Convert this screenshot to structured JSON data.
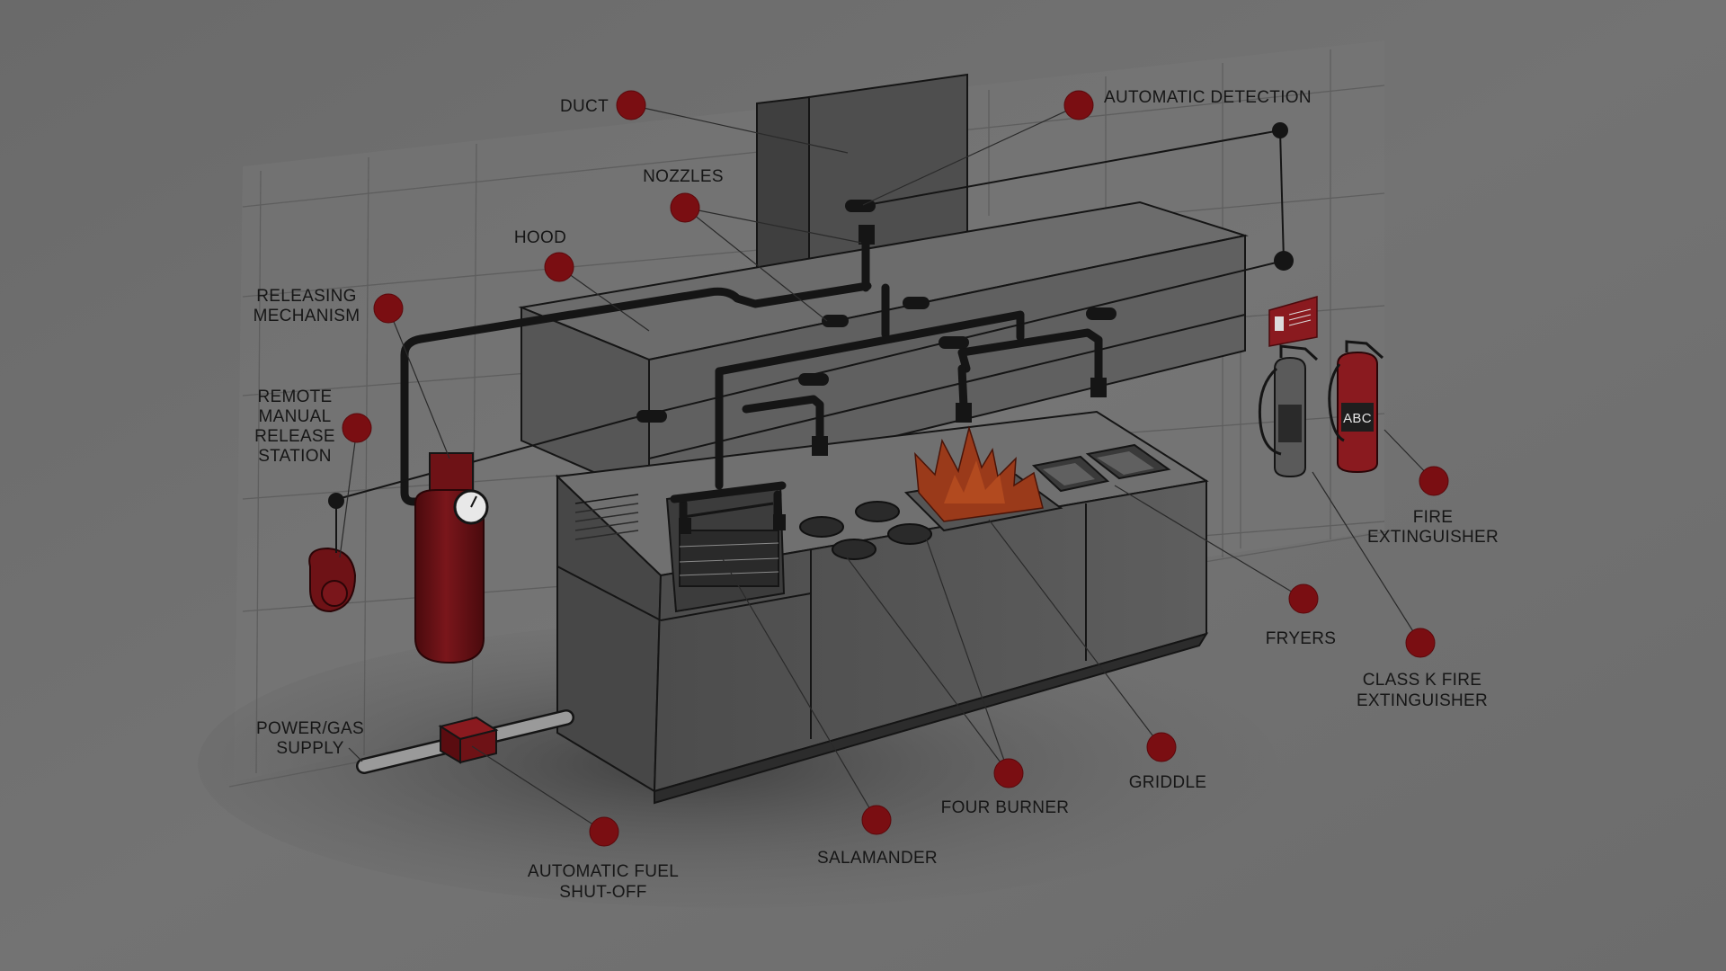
{
  "labels": {
    "duct": "DUCT",
    "automatic_detection": "AUTOMATIC DETECTION",
    "nozzles": "NOZZLES",
    "hood": "HOOD",
    "releasing_mechanism": [
      "RELEASING",
      "MECHANISM"
    ],
    "remote_manual_release_station": [
      "REMOTE",
      "MANUAL",
      "RELEASE",
      "STATION"
    ],
    "power_gas_supply": [
      "POWER/GAS",
      "SUPPLY"
    ],
    "automatic_fuel_shutoff": [
      "AUTOMATIC FUEL",
      "SHUT-OFF"
    ],
    "salamander": "SALAMANDER",
    "four_burner": "FOUR BURNER",
    "griddle": "GRIDDLE",
    "fryers": "FRYERS",
    "class_k_fire_extinguisher": [
      "CLASS K FIRE",
      "EXTINGUISHER"
    ],
    "fire_extinguisher": [
      "FIRE",
      "EXTINGUISHER"
    ]
  },
  "extinguisher_text": "ABC",
  "colors": {
    "background": "#6f6f6f",
    "marker": "#7a0e12",
    "equipment_red": "#6e1216",
    "flame": "#9a3a1a",
    "steel": "#5a5a5a"
  }
}
